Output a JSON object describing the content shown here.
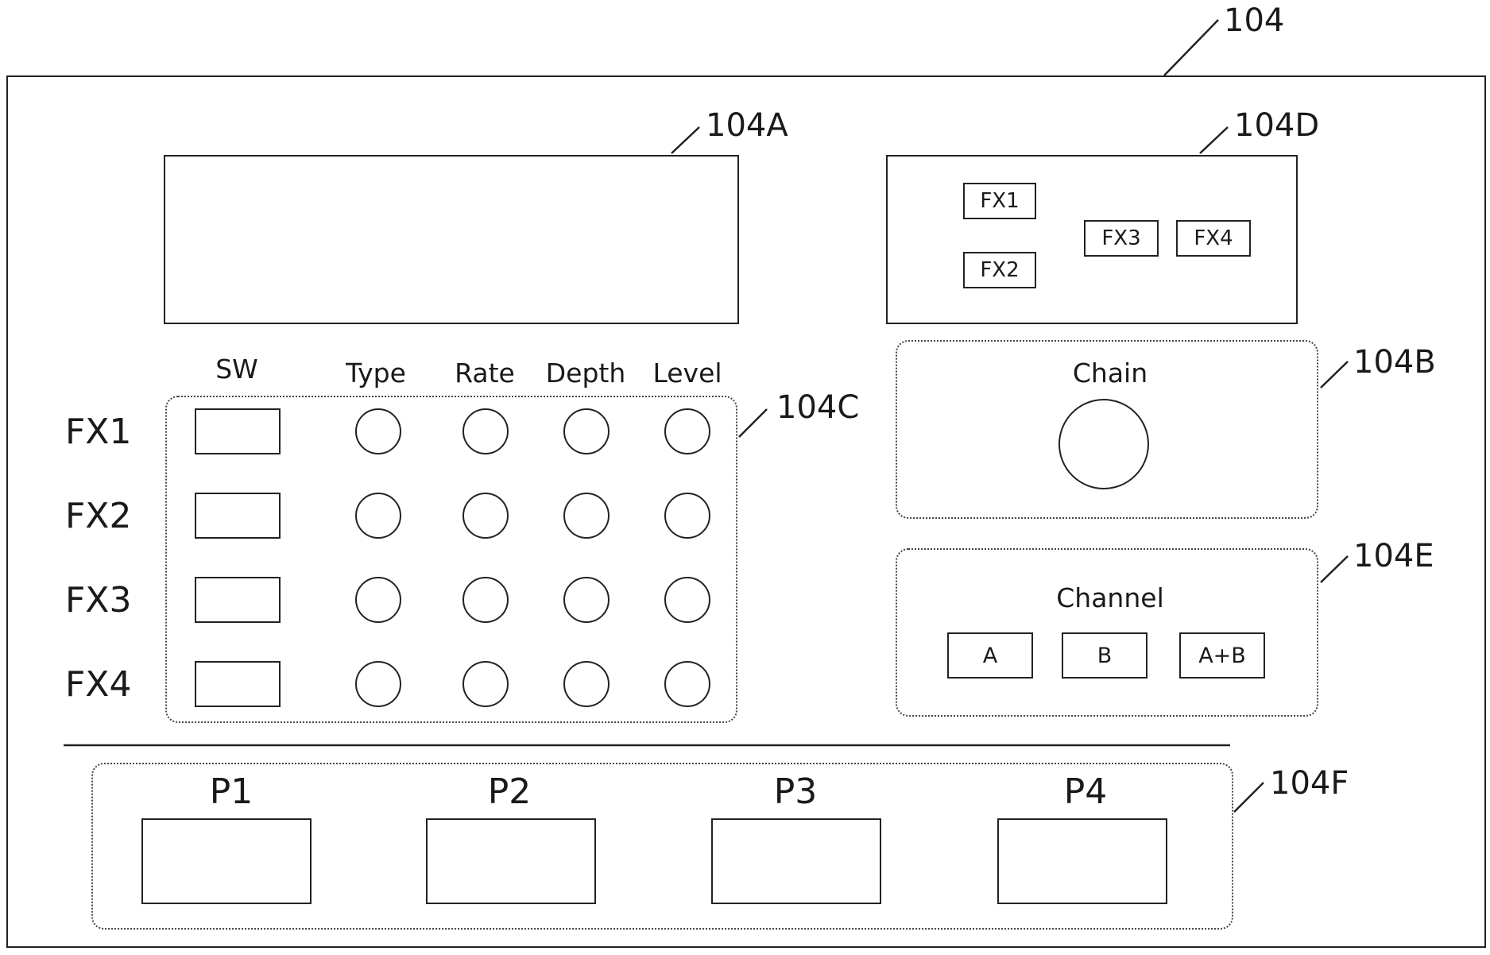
{
  "refs": {
    "main": "104",
    "display": "104A",
    "chain_panel": "104B",
    "fx_matrix": "104C",
    "chain_view": "104D",
    "channel_panel": "104E",
    "preset_panel": "104F"
  },
  "fx_matrix": {
    "columns": [
      "SW",
      "Type",
      "Rate",
      "Depth",
      "Level"
    ],
    "rows": [
      "FX1",
      "FX2",
      "FX3",
      "FX4"
    ]
  },
  "chain_view": {
    "blocks": [
      "FX1",
      "FX2",
      "FX3",
      "FX4"
    ]
  },
  "chain_panel": {
    "label": "Chain"
  },
  "channel_panel": {
    "label": "Channel",
    "buttons": [
      "A",
      "B",
      "A+B"
    ]
  },
  "presets": [
    "P1",
    "P2",
    "P3",
    "P4"
  ]
}
